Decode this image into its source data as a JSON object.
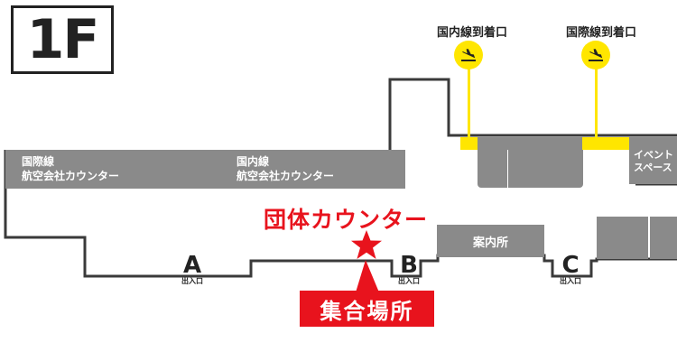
{
  "floor": {
    "label": "1F"
  },
  "arrivals": [
    {
      "label": "国内線到着口",
      "icon": "airplane-landing-icon"
    },
    {
      "label": "国際線到着口",
      "icon": "airplane-landing-icon"
    }
  ],
  "counters": {
    "international": [
      "国際線",
      "航空会社カウンター"
    ],
    "domestic": [
      "国内線",
      "航空会社カウンター"
    ]
  },
  "gates": [
    {
      "letter": "A",
      "sub": "出入口"
    },
    {
      "letter": "B",
      "sub": "出入口"
    },
    {
      "letter": "C",
      "sub": "出入口"
    }
  ],
  "info_desk": {
    "label": "案内所"
  },
  "event_space": {
    "line1": "イベント",
    "line2": "スペース"
  },
  "group_counter": {
    "label": "団体カウンター"
  },
  "meeting_point": {
    "label": "集合場所"
  },
  "colors": {
    "wall": "#3a3a3a",
    "counter_band": "#8a8a8a",
    "block": "#8a8a8a",
    "arrival_marker": "#ffe600",
    "highlight": "#e8131d"
  }
}
